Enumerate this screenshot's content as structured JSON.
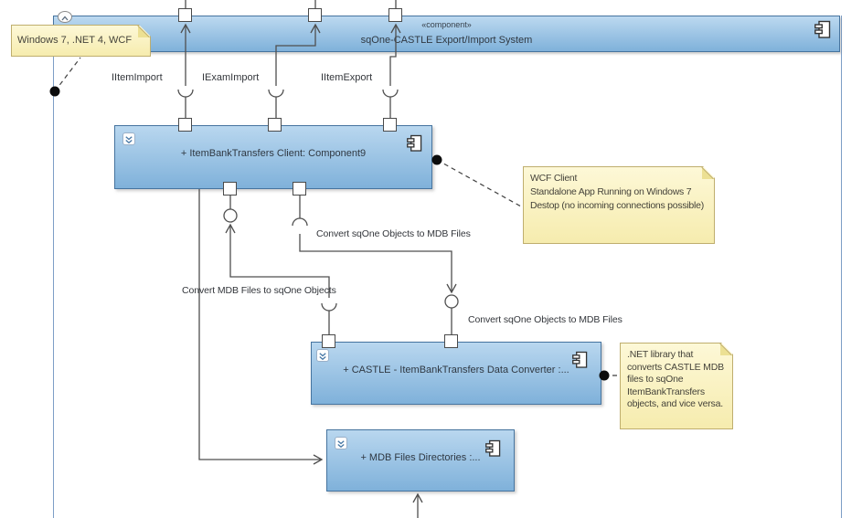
{
  "system": {
    "stereotype": "«component»",
    "title": "sqOne-CASTLE Export/Import System"
  },
  "components": {
    "client": {
      "title": "+ ItemBankTransfers Client: Component9"
    },
    "converter": {
      "title": "+ CASTLE - ItemBankTransfers Data Converter :..."
    },
    "mdb_dirs": {
      "title": "+ MDB Files Directories :..."
    }
  },
  "interface_labels": {
    "item_import": "IItemImport",
    "exam_import": "IExamImport",
    "item_export": "IItemExport"
  },
  "connector_labels": {
    "sqone_to_mdb_upper": "Convert sqOne Objects to MDB Files",
    "mdb_to_sqone": "Convert MDB Files to sqOne Objects",
    "sqone_to_mdb_lower": "Convert sqOne Objects to MDB Files"
  },
  "notes": {
    "windows": {
      "text": "Windows 7, .NET 4, WCF"
    },
    "wcf_client": {
      "line1": "WCF Client",
      "line2": "Standalone App Running on Windows 7",
      "line3": "Destop (no incoming connections possible)"
    },
    "net_library": {
      "text": ".NET library that converts CASTLE MDB files to sqOne ItemBankTransfers objects, and vice versa."
    }
  },
  "colors": {
    "component_fill_top": "#bcd9f0",
    "component_fill_bottom": "#7fb1da",
    "component_border": "#46749f",
    "note_fill": "#fdf6cd",
    "note_border": "#bfae6e",
    "connector": "#4f4f4f"
  }
}
